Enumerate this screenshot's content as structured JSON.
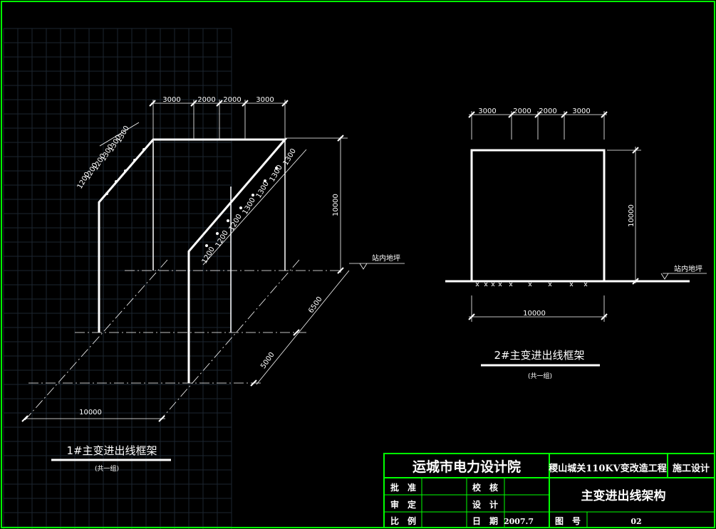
{
  "drawing1": {
    "title": "1#主变进出线框架",
    "subtitle": "(共一组)",
    "top_dims": [
      "3000",
      "2000",
      "2000",
      "3000"
    ],
    "height_dim": "10000",
    "ground_label": "站内地坪",
    "side_dim_a": "6500",
    "side_dim_b": "5000",
    "width_dim": "10000",
    "left_slope_dims": [
      "1200",
      "1200",
      "1200",
      "1300",
      "1300",
      "1300"
    ],
    "right_slope_dims": [
      "1200",
      "1200",
      "1200",
      "1300",
      "1300",
      "1300",
      "1300"
    ]
  },
  "drawing2": {
    "title": "2#主变进出线框架",
    "subtitle": "(共一组)",
    "top_dims": [
      "3000",
      "2000",
      "2000",
      "3000"
    ],
    "height_dim": "10000",
    "ground_label": "站内地坪",
    "width_dim": "10000"
  },
  "title_block": {
    "org": "运城市电力设计院",
    "project": "稷山城关110KV变改造工程",
    "stage": "施工设计",
    "drawing_name": "主变进出线架构",
    "rows": [
      {
        "label1": "批　准",
        "label2": "校　核",
        "value2": ""
      },
      {
        "label1": "审　定",
        "label2": "设　计",
        "value2": ""
      },
      {
        "label1": "比　例",
        "label2": "日　期",
        "value2": "2007.7"
      }
    ],
    "drawing_no_label": "图　号",
    "drawing_no": "02"
  },
  "colors": {
    "border": "#00ff00",
    "line": "#ffffff",
    "grid": "#1c2630"
  }
}
